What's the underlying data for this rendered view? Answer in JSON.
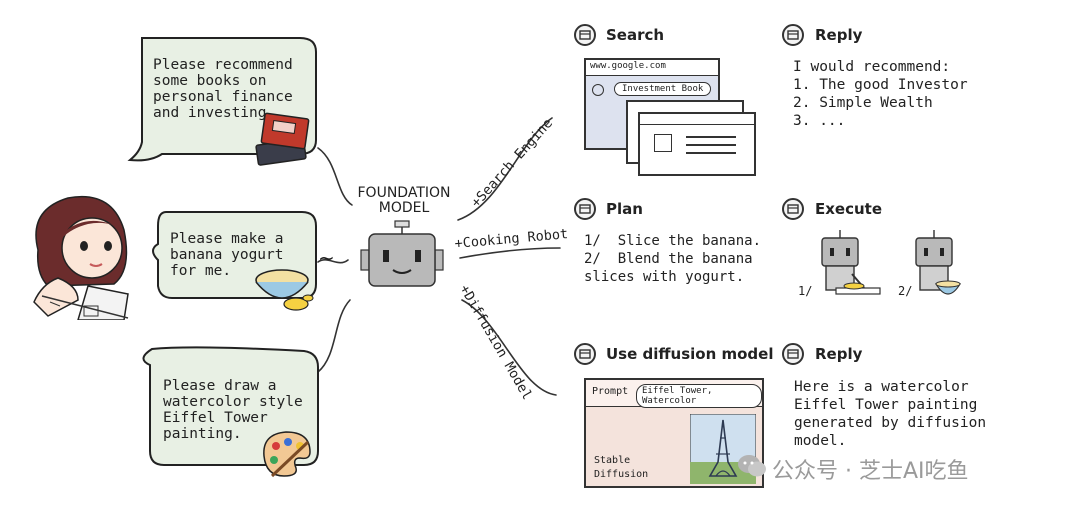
{
  "requests": {
    "books": "Please recommend\nsome books on\npersonal finance\nand investing.",
    "yogurt": "Please make a\nbanana yogurt\nfor me.",
    "painting": "Please draw a\nwatercolor style\nEiffel Tower\npainting."
  },
  "model": {
    "title": "FOUNDATION\nMODEL"
  },
  "edges": {
    "search": "+Search Engine",
    "cooking": "+Cooking Robot",
    "diffusion": "+Diffusion Model"
  },
  "search_row": {
    "step1": "Search",
    "url": "www.google.com",
    "query": "Investment Book",
    "step2": "Reply",
    "reply": "I would recommend:\n1. The good Investor\n2. Simple Wealth\n3. ..."
  },
  "cooking_row": {
    "step1": "Plan",
    "plan": "1/  Slice the banana.\n2/  Blend the banana\nslices with yogurt.",
    "step2": "Execute",
    "step_marks": [
      "1/",
      "2/"
    ]
  },
  "diffusion_row": {
    "step1": "Use diffusion model",
    "prompt_label": "Prompt",
    "prompt_value": "Eiffel Tower, Watercolor",
    "engine": "Stable\nDiffusion",
    "step2": "Reply",
    "reply": "Here is a watercolor\nEiffel Tower painting\ngenerated by diffusion\nmodel."
  },
  "watermark": "公众号 · 芝士AI吃鱼",
  "colors": {
    "bubble_fill": "#e8f0e4",
    "browser_fill": "#dde2ef",
    "canvas_fill": "#f4e3dc",
    "book_red": "#c0392b",
    "robot_gray": "#b9b9b9"
  }
}
